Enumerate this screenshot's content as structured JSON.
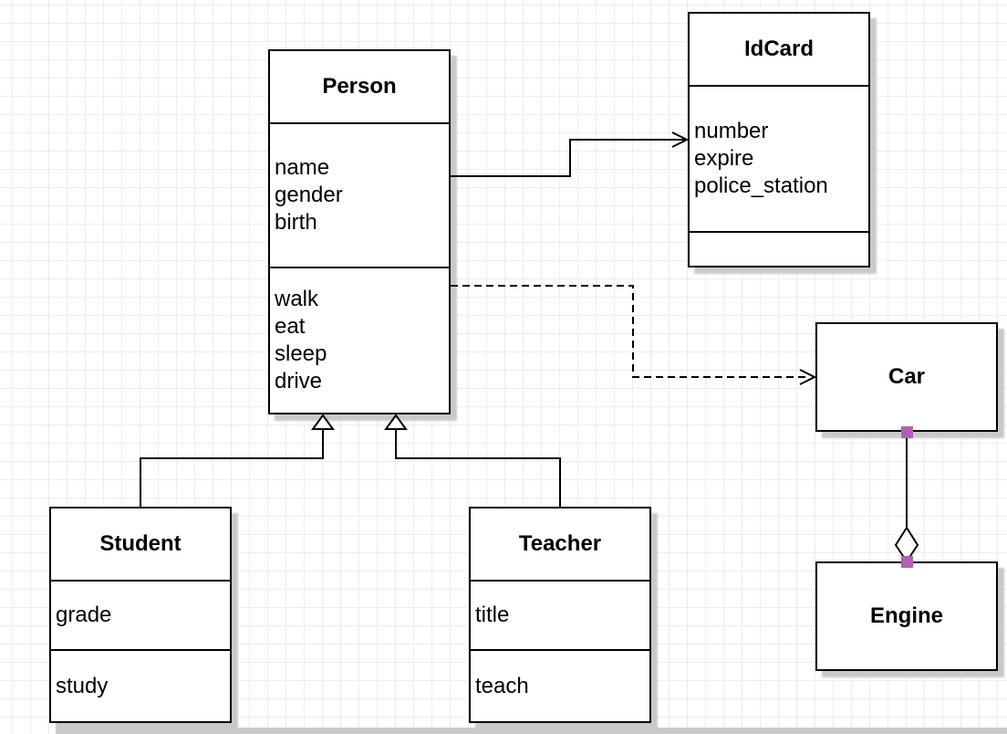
{
  "classes": {
    "person": {
      "title": "Person",
      "attrs": [
        "name",
        "gender",
        "birth"
      ],
      "methods": [
        "walk",
        "eat",
        "sleep",
        "drive"
      ]
    },
    "idcard": {
      "title": "IdCard",
      "attrs": [
        "number",
        "expire",
        "police_station"
      ],
      "methods": []
    },
    "car": {
      "title": "Car",
      "attrs": [],
      "methods": []
    },
    "engine": {
      "title": "Engine",
      "attrs": [],
      "methods": []
    },
    "student": {
      "title": "Student",
      "attrs": [
        "grade"
      ],
      "methods": [
        "study"
      ]
    },
    "teacher": {
      "title": "Teacher",
      "attrs": [
        "title"
      ],
      "methods": [
        "teach"
      ]
    }
  },
  "relations": {
    "person_idcard": {
      "type": "association",
      "from": "Person",
      "to": "IdCard",
      "line": "solid",
      "arrow": "open"
    },
    "person_car": {
      "type": "dependency",
      "from": "Person",
      "to": "Car",
      "line": "dashed",
      "arrow": "open"
    },
    "student_person": {
      "type": "generalization",
      "from": "Student",
      "to": "Person",
      "line": "solid",
      "arrow": "hollow-triangle"
    },
    "teacher_person": {
      "type": "generalization",
      "from": "Teacher",
      "to": "Person",
      "line": "solid",
      "arrow": "hollow-triangle"
    },
    "car_engine": {
      "type": "aggregation",
      "from": "Car",
      "to": "Engine",
      "line": "solid",
      "arrow": "hollow-diamond",
      "endpoint_handles": "selected"
    }
  },
  "colors": {
    "canvas": "#ffffff",
    "grid_line": "#ededf1",
    "box_fill": "#ffffff",
    "box_border": "#000000",
    "shadow": "#c9c9c9",
    "handle": "#b261b2",
    "text": "#000000"
  }
}
